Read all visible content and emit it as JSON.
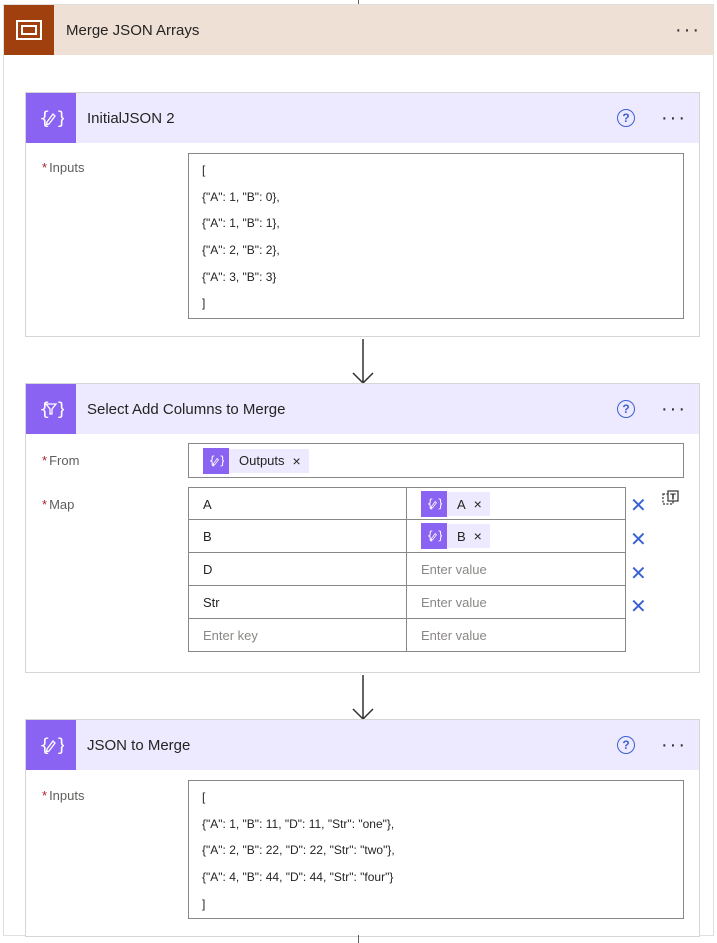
{
  "scope": {
    "title": "Merge JSON Arrays",
    "icon": "scope-icon",
    "accent": "#a0400f",
    "header_bg": "#efe0d6",
    "more_label": "···"
  },
  "actions": [
    {
      "title": "InitialJSON 2",
      "icon": "compose-icon",
      "help_label": "?",
      "more_label": "···",
      "input_label": "Inputs",
      "required_mark": "*",
      "lines": [
        "[",
        "{\"A\": 1, \"B\": 0},",
        "{\"A\": 1, \"B\": 1},",
        "{\"A\": 2, \"B\": 2},",
        "{\"A\": 3, \"B\": 3}",
        "]"
      ]
    },
    {
      "title": "Select Add Columns to Merge",
      "icon": "select-icon",
      "help_label": "?",
      "more_label": "···",
      "from_label": "From",
      "map_label": "Map",
      "required_mark": "*",
      "from_token": "Outputs",
      "token_remove": "×",
      "row_remove": "✕",
      "map_rows": [
        {
          "key": "A",
          "value_token": "A",
          "value": ""
        },
        {
          "key": "B",
          "value_token": "B",
          "value": ""
        },
        {
          "key": "D",
          "value_token": "",
          "value": "Enter value"
        },
        {
          "key": "Str",
          "value_token": "",
          "value": "Enter value"
        }
      ],
      "new_row": {
        "key_placeholder": "Enter key",
        "value_placeholder": "Enter value"
      }
    },
    {
      "title": "JSON to Merge",
      "icon": "compose-icon",
      "help_label": "?",
      "more_label": "···",
      "input_label": "Inputs",
      "required_mark": "*",
      "lines": [
        "[",
        "{\"A\": 1, \"B\": 11, \"D\": 11, \"Str\": \"one\"},",
        "{\"A\": 2, \"B\": 22, \"D\": 22, \"Str\": \"two\"},",
        "{\"A\": 4, \"B\": 44, \"D\": 44, \"Str\": \"four\"}",
        "]"
      ]
    }
  ],
  "colors": {
    "action_accent": "#8a63f3",
    "action_header_bg": "#ede9fe",
    "link_blue": "#3a62d4",
    "required_red": "#a4262c"
  }
}
